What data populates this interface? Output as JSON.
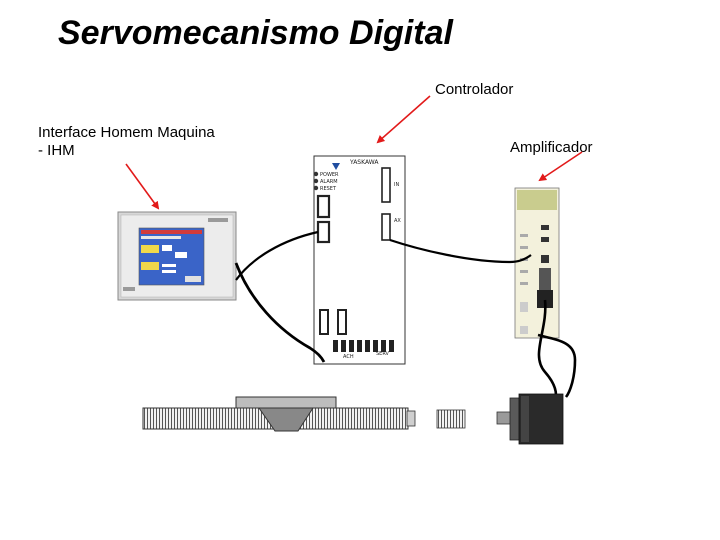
{
  "title": "Servomecanismo Digital",
  "labels": {
    "controlador": "Controlador",
    "ihm_line1": "Interface Homem Maquina",
    "ihm_line2": "- IHM",
    "amplificador": "Amplificador"
  },
  "controller_panel": {
    "brand": "YASKAWA",
    "led_1": "POWER",
    "led_2": "ALARM",
    "led_3": "RESET",
    "port_1": "IN",
    "port_2": "AX",
    "bottom_1": "ACH",
    "bottom_2": "SERV"
  },
  "colors": {
    "arrow": "#e21a1a",
    "cable": "#000000",
    "panel_border": "#333333",
    "hmi_screen": "#3a64c8"
  }
}
